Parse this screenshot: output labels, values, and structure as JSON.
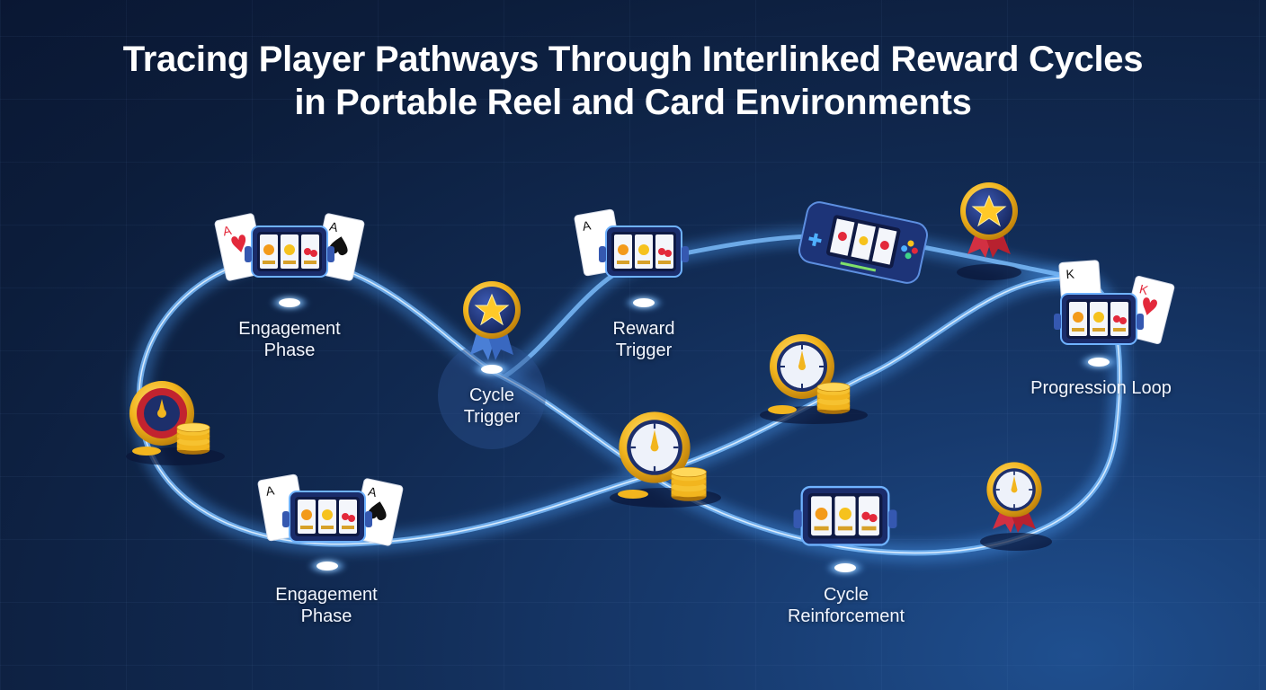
{
  "title": {
    "line1": "Tracing Player Pathways Through Interlinked Reward Cycles",
    "line2": "in Portable Reel and Card Environments"
  },
  "nodes": {
    "engagement_top": {
      "line1": "Engagement",
      "line2": "Phase"
    },
    "cycle_trigger": {
      "line1": "Cycle",
      "line2": "Trigger"
    },
    "reward_trigger": {
      "line1": "Reward",
      "line2": "Trigger"
    },
    "progression_loop": {
      "line1": "Progression Loop"
    },
    "engagement_bottom": {
      "line1": "Engagement",
      "line2": "Phase"
    },
    "cycle_reinforcement": {
      "line1": "Cycle",
      "line2": "Reinforcement"
    }
  },
  "cards": {
    "ace": "A",
    "king": "K"
  },
  "icons": [
    "playing-card-icon",
    "slot-machine-icon",
    "star-badge-icon",
    "coin-stack-icon",
    "clock-wheel-icon",
    "handheld-console-icon",
    "ribbon-medal-icon"
  ],
  "colors": {
    "background": "#0c1d3b",
    "path_glow": "#4fa3ff",
    "path_core": "#cfe6ff",
    "gold": "#f2b51e",
    "navy": "#1d2f6b",
    "card_red": "#e3293b"
  }
}
